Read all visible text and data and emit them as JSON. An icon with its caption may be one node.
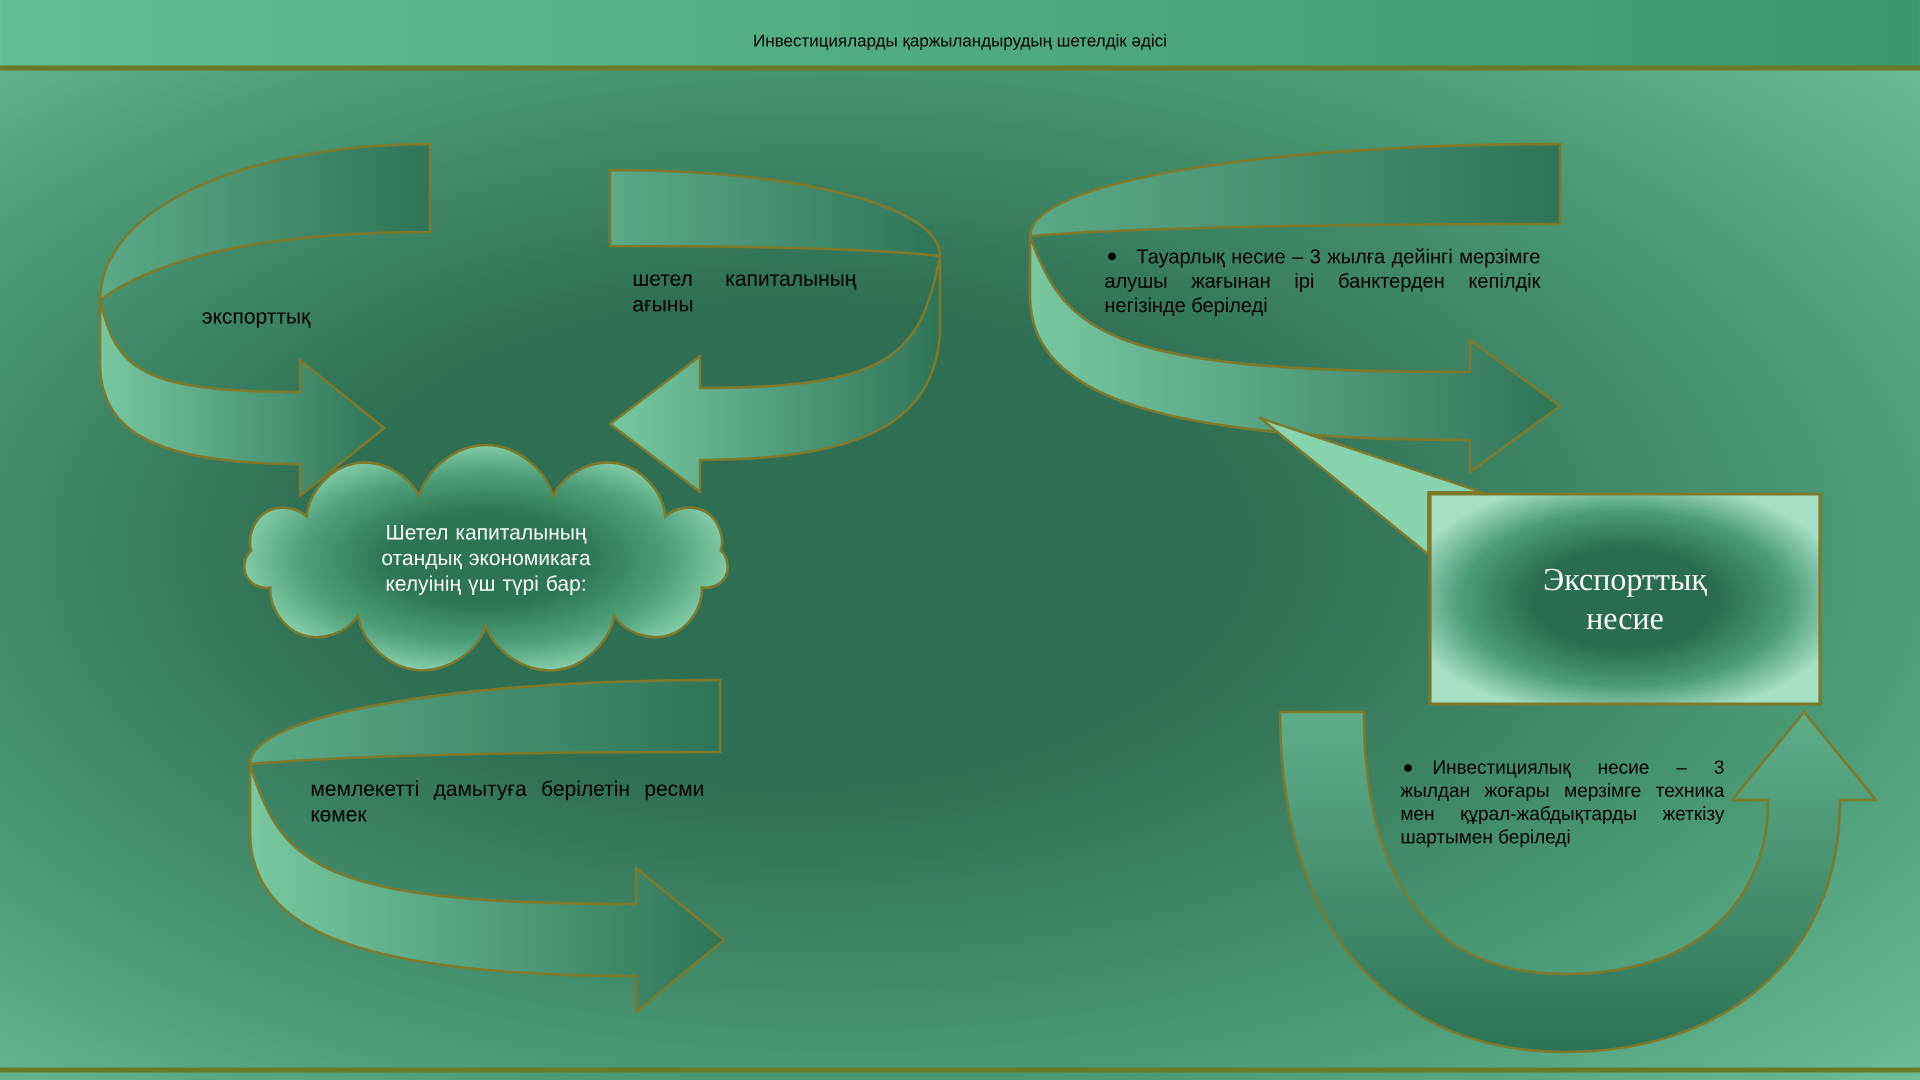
{
  "diagram": {
    "title": "Инвестицияларды қаржыландырудың шетелдік әдісі",
    "nodes": [
      {
        "text": [
          "экспорттық"
        ]
      },
      {
        "text": [
          "шетел капиталының ағыны"
        ]
      },
      {
        "text": [
          "Тауарлық несие – 3 жылға дейінгі мерзімге алушы жағынан ірі банктерден кепілдік негізінде беріледі"
        ]
      },
      {
        "text": [
          "Шетел капиталының отандық экономикаға келуінің үш түрі бар:"
        ]
      },
      {
        "text": [
          "Экспорттық несие"
        ]
      },
      {
        "text": [
          "мемлекетті дамытуға берілетін ресми көмек"
        ]
      },
      {
        "text": [
          "Инвестициялық несие – 3 жылдан жоғары мерзімге техника мен құрал-жабдықтарды жеткізу шартымен беріледі"
        ]
      }
    ],
    "edges": [
      {
        "from": 4,
        "to": 2,
        "arrow": "none"
      }
    ]
  }
}
